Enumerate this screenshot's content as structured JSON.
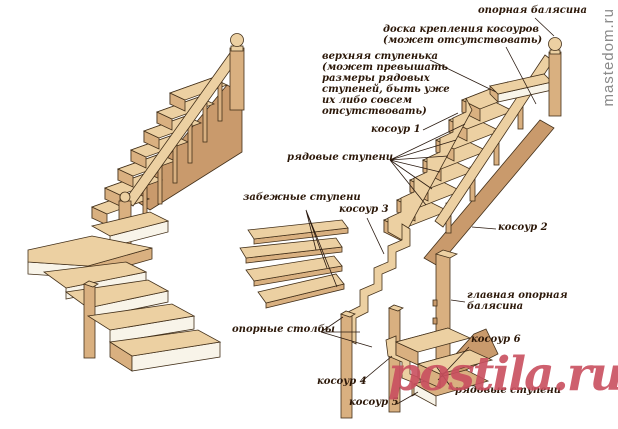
{
  "diagram": {
    "background": "#ffffff",
    "labels": {
      "support_baluster": "опорная балясина",
      "stringer_board": "доска крепления косоуров\n(может отсутствовать)",
      "top_step": "верхняя ступенька\n(может превышать\nразмеры рядовых\nступеней, быть уже\nих либо совсем\nотсутствовать)",
      "stringer1": "косоур 1",
      "regular_steps_top": "рядовые ступени",
      "winder_steps": "забежные ступени",
      "stringer3": "косоур 3",
      "stringer2": "косоур 2",
      "main_support_baluster": "главная опорная\nбалясина",
      "support_posts": "опорные столбы",
      "stringer6": "косоур 6",
      "stringer4": "косоур 4",
      "regular_steps_bottom": "рядовые ступени",
      "stringer5": "косоур 5"
    },
    "colors": {
      "wood_top": "#ecd0a2",
      "wood_side": "#d9b080",
      "wood_dark": "#c99a6c",
      "riser": "#f8f4e9",
      "outline": "#43301a",
      "label_text": "#2b1708",
      "watermark_gray": "#8a8a8a",
      "watermark_red": "#c94f5f"
    }
  },
  "watermarks": {
    "site_vertical": "mastedom.ru",
    "site_main": "postila.ru"
  }
}
